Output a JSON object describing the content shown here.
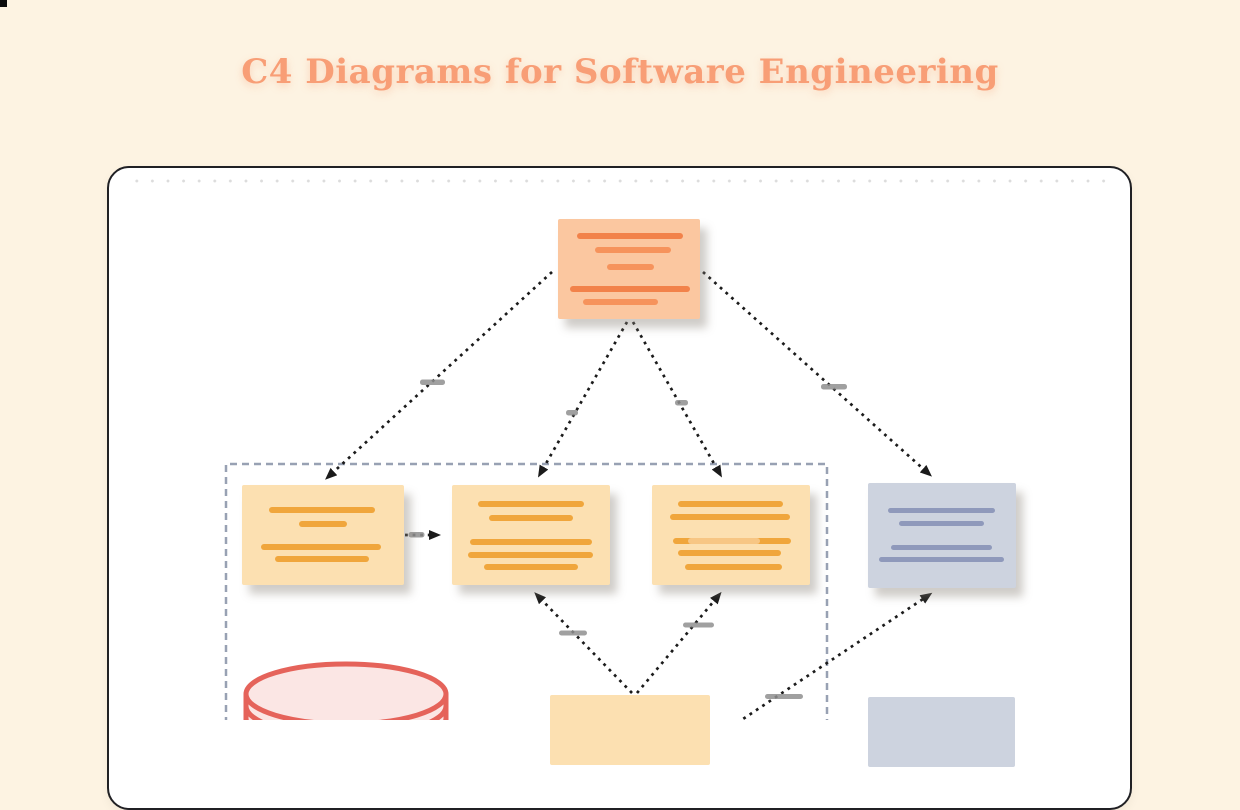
{
  "page": {
    "title": "C4 Diagrams for Software Engineering",
    "background_color": "#FDF3E2",
    "title_color": "#F89E76",
    "corner_mark_color": "#0B0B0B"
  },
  "canvas": {
    "background_color": "#FFFFFF",
    "border_color": "#202024",
    "dot_texture_color": "#DCDCDC"
  },
  "palette": {
    "context_node_fill": "#FBC7A0",
    "context_node_line": "#F2824A",
    "context_node_line_alt": "#F6935C",
    "container_node_fill": "#FCE0B1",
    "container_node_line": "#F0A63C",
    "container_node_line_alt": "#F7C684",
    "external_node_fill": "#CDD3DF",
    "external_node_line": "#8F99BB",
    "database_fill": "#FBE6E4",
    "database_stroke": "#E5635A",
    "boundary_dash_color": "#98A1B3",
    "edge_color": "#1B1B1B",
    "edge_label_color": "#8F8F8F"
  },
  "diagram": {
    "nodes": [
      {
        "id": "context",
        "kind": "context-box",
        "fill": "#FBC7A0",
        "line_color": "#F2824A",
        "text_lines": 5
      },
      {
        "id": "container-1",
        "kind": "container-box",
        "fill": "#FCE0B1",
        "line_color": "#F0A63C",
        "text_lines": 4
      },
      {
        "id": "container-2",
        "kind": "container-box",
        "fill": "#FCE0B1",
        "line_color": "#F0A63C",
        "text_lines": 5
      },
      {
        "id": "container-3",
        "kind": "container-box",
        "fill": "#FCE0B1",
        "line_color": "#F0A63C",
        "text_lines": 5
      },
      {
        "id": "external-1",
        "kind": "external-box",
        "fill": "#CDD3DF",
        "line_color": "#8F99BB",
        "text_lines": 4
      },
      {
        "id": "database",
        "kind": "database-cylinder",
        "fill": "#FBE6E4",
        "stroke": "#E5635A"
      },
      {
        "id": "container-4",
        "kind": "container-box",
        "fill": "#FCE0B1",
        "text_lines": 0
      },
      {
        "id": "external-2",
        "kind": "external-box",
        "fill": "#CDD3DF",
        "text_lines": 0
      }
    ],
    "boundary": {
      "kind": "dashed-container",
      "color": "#98A1B3",
      "encloses": [
        "container-1",
        "container-2",
        "container-3",
        "database",
        "container-4"
      ]
    },
    "edges": [
      {
        "from": "context",
        "to": "container-1",
        "style": "dotted-arrow",
        "label_bar": true
      },
      {
        "from": "context",
        "to": "container-2",
        "style": "dotted-arrow",
        "label_bar": true
      },
      {
        "from": "context",
        "to": "container-3",
        "style": "dotted-arrow",
        "label_bar": true
      },
      {
        "from": "context",
        "to": "external-1",
        "style": "dotted-arrow",
        "label_bar": true
      },
      {
        "from": "container-1",
        "to": "container-2",
        "style": "dotted-arrow",
        "label_bar": true
      },
      {
        "from": "container-4",
        "to": "container-2",
        "style": "dotted-arrow",
        "label_bar": true
      },
      {
        "from": "container-4",
        "to": "container-3",
        "style": "dotted-arrow",
        "label_bar": true
      },
      {
        "from": "container-4",
        "to": "external-1",
        "style": "dotted-arrow",
        "label_bar": true
      }
    ]
  }
}
